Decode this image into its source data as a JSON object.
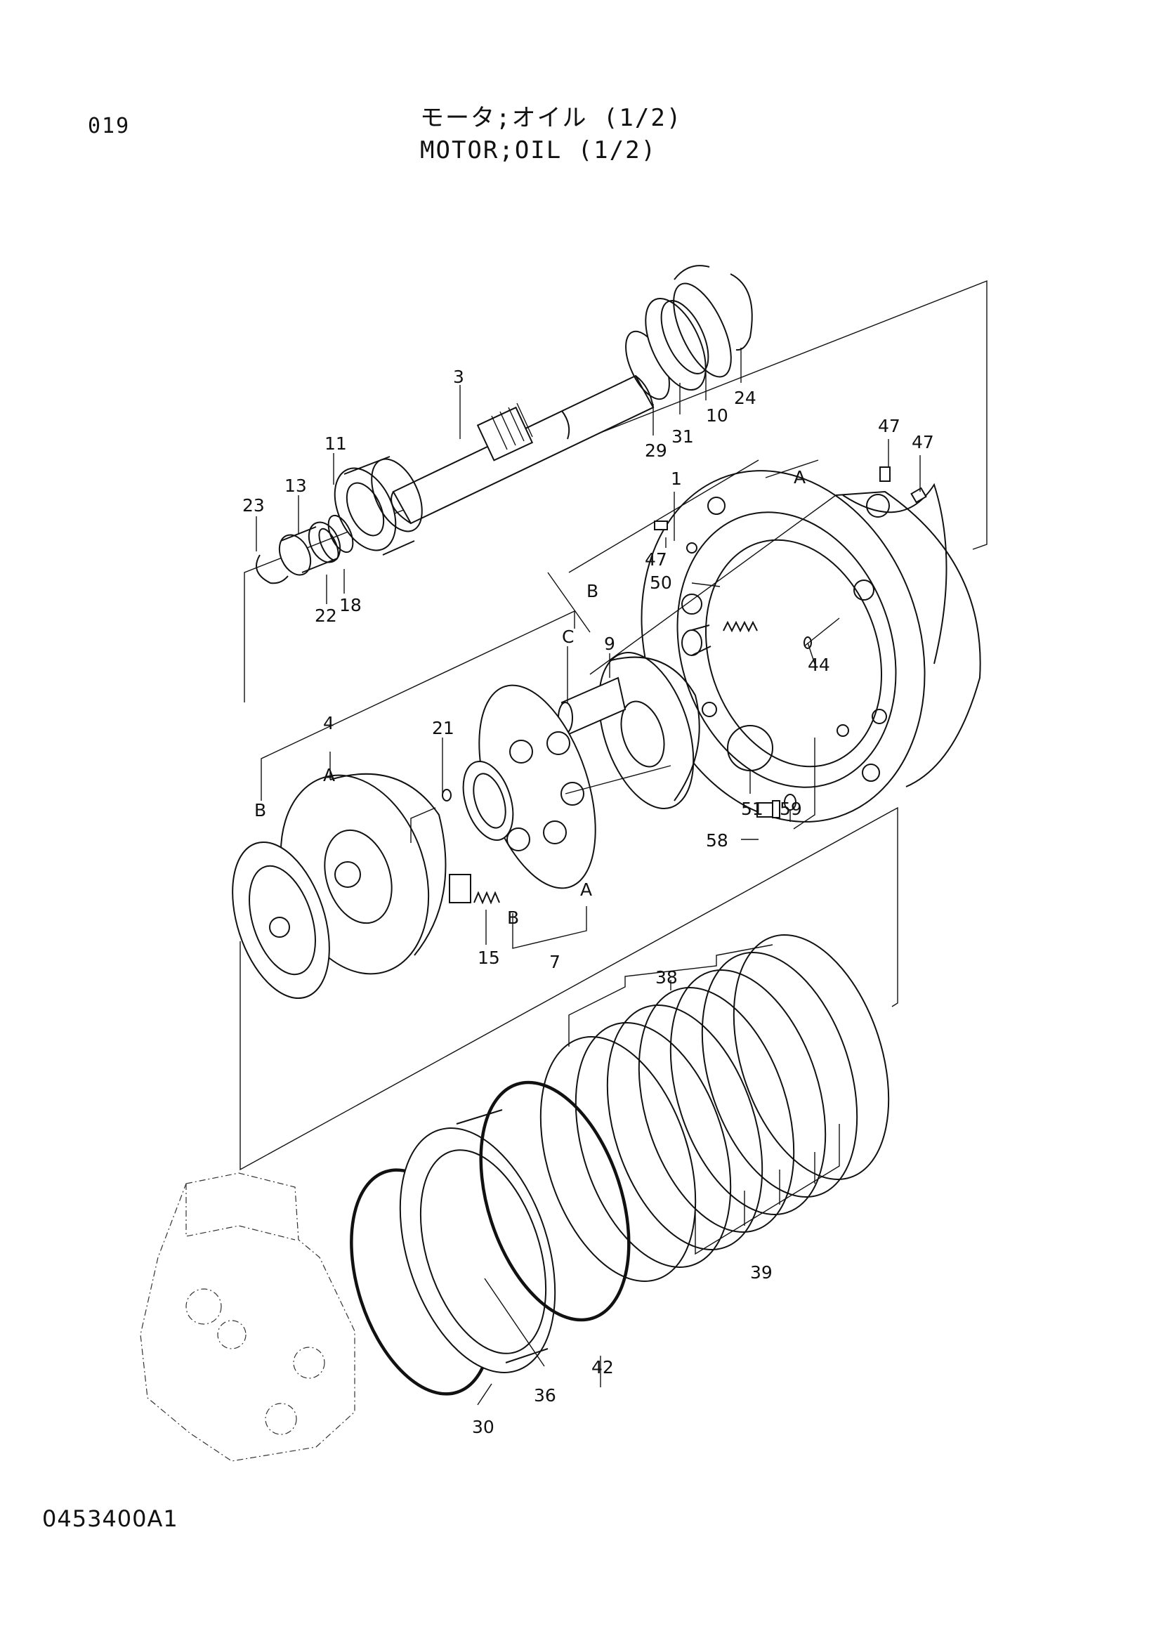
{
  "header": {
    "page_number": "019",
    "title_jp": "モータ;オイル (1/2)",
    "title_en": "MOTOR;OIL (1/2)"
  },
  "footer": {
    "drawing_code": "0453400A1"
  },
  "callouts": {
    "n1": "1",
    "n3": "3",
    "n4": "4",
    "n7": "7",
    "n9": "9",
    "n10": "10",
    "n11": "11",
    "n13": "13",
    "n15": "15",
    "n18": "18",
    "n21": "21",
    "n22": "22",
    "n23": "23",
    "n24": "24",
    "n29": "29",
    "n30": "30",
    "n31": "31",
    "n36": "36",
    "n38": "38",
    "n39": "39",
    "n42": "42",
    "n44": "44",
    "n47a": "47",
    "n47b": "47",
    "n47c": "47",
    "n50": "50",
    "n51": "51",
    "n58": "58",
    "n59": "59"
  },
  "reference_marks": {
    "a1": "A",
    "a2": "A",
    "a3": "A",
    "b1": "B",
    "b2": "B",
    "b3": "B",
    "c1": "C"
  }
}
